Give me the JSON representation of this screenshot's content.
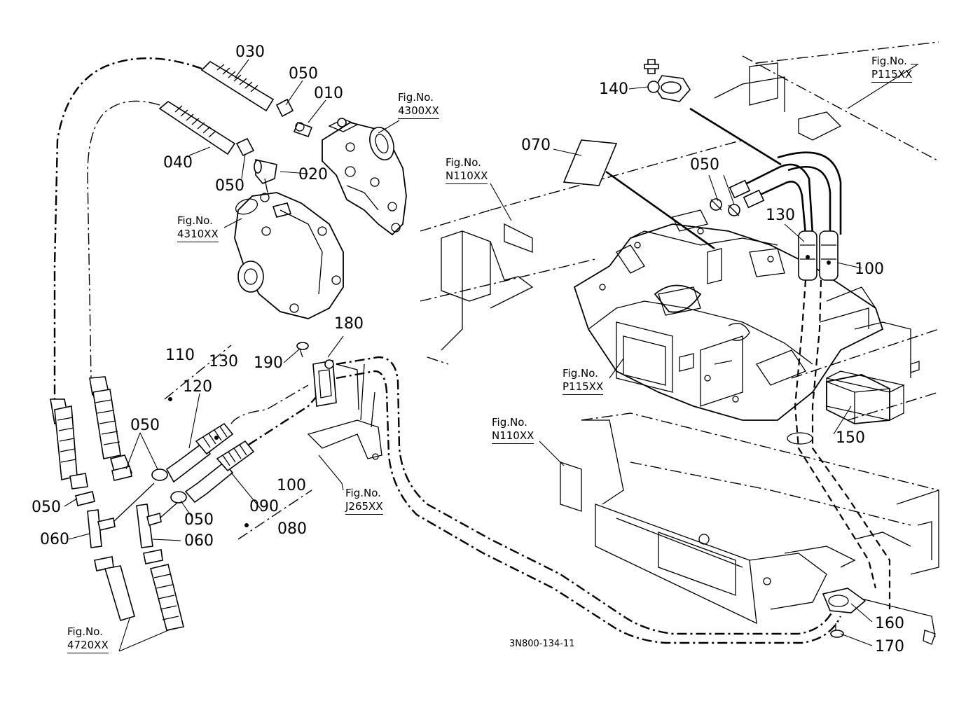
{
  "parts": {
    "p030": "030",
    "p050a": "050",
    "p010": "010",
    "p040": "040",
    "p050b": "050",
    "p020": "020",
    "p140": "140",
    "p070": "070",
    "p050c": "050",
    "p130a": "130",
    "p100a": "100",
    "p180": "180",
    "p190": "190",
    "p110": "110",
    "p130b": "130",
    "p120": "120",
    "p050d": "050",
    "p050e": "050",
    "p050f": "050",
    "p090": "090",
    "p100b": "100",
    "p080": "080",
    "p060a": "060",
    "p060b": "060",
    "p150": "150",
    "p160": "160",
    "p170": "170"
  },
  "figs": {
    "f4300": {
      "t": "Fig.No.",
      "n": "4300XX"
    },
    "f4310": {
      "t": "Fig.No.",
      "n": "4310XX"
    },
    "fN110a": {
      "t": "Fig.No.",
      "n": "N110XX"
    },
    "fP115a": {
      "t": "Fig.No.",
      "n": "P115XX"
    },
    "fP115b": {
      "t": "Fig.No.",
      "n": "P115XX"
    },
    "fN110b": {
      "t": "Fig.No.",
      "n": "N110XX"
    },
    "fJ265": {
      "t": "Fig.No.",
      "n": "J265XX"
    },
    "f4720": {
      "t": "Fig.No.",
      "n": "4720XX"
    }
  },
  "drawing_code": "3N800-134-11",
  "icons": [
    "water-pump-icon",
    "thermostat-housing-icon",
    "heater-unit-icon",
    "hose-clamp-icon",
    "bolt-icon",
    "grommet-icon"
  ]
}
